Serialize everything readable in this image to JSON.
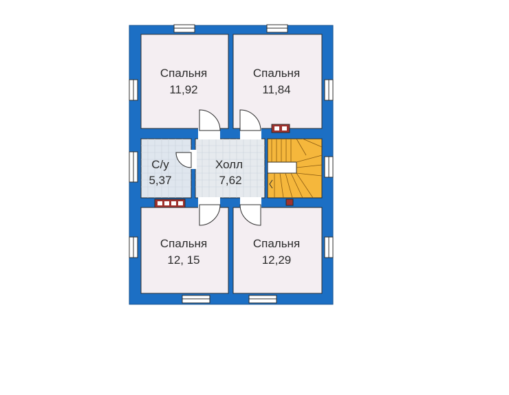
{
  "colors": {
    "wall": "#1c6fc4",
    "bedroom_floor": "#f4eef2",
    "bath_floor": "#dfe6ee",
    "hall_floor": "#e6eaee",
    "stair_fill": "#f5b73c",
    "chimney": "#a0322e",
    "window": "#ffffff",
    "outline": "#2c2c2c"
  },
  "rooms": {
    "bedroom_top_left": {
      "name": "Спальня",
      "area": "11,92"
    },
    "bedroom_top_right": {
      "name": "Спальня",
      "area": "11,84"
    },
    "bathroom": {
      "name": "С/у",
      "area": "5,37"
    },
    "hall": {
      "name": "Холл",
      "area": "7,62"
    },
    "bedroom_bottom_left": {
      "name": "Спальня",
      "area": "12, 15"
    },
    "bedroom_bottom_right": {
      "name": "Спальня",
      "area": "12,29"
    }
  },
  "icons": {
    "stairs": "staircase-icon",
    "chimney": "chimney-icon",
    "door": "door-swing-icon",
    "window": "window-icon"
  }
}
